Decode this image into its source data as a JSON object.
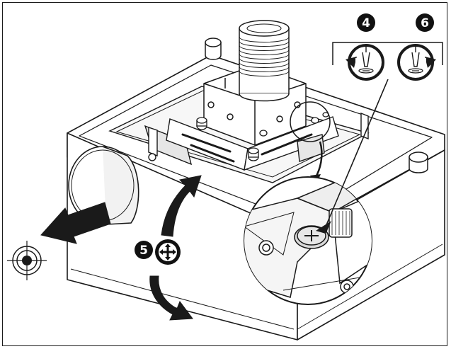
{
  "figure": {
    "steps": [
      {
        "number": "4",
        "action": "loosen",
        "icon": "rotate-counterclockwise-icon"
      },
      {
        "number": "5",
        "action": "adjust-position",
        "icon": "move-arrows-icon"
      },
      {
        "number": "6",
        "action": "tighten",
        "icon": "rotate-clockwise-icon"
      }
    ],
    "colors": {
      "line": "#1a1a1a",
      "shade": "#d9d9d9",
      "arrow_fill": "#1a1a1a",
      "badge_fill": "#111111",
      "badge_text": "#ffffff"
    }
  }
}
